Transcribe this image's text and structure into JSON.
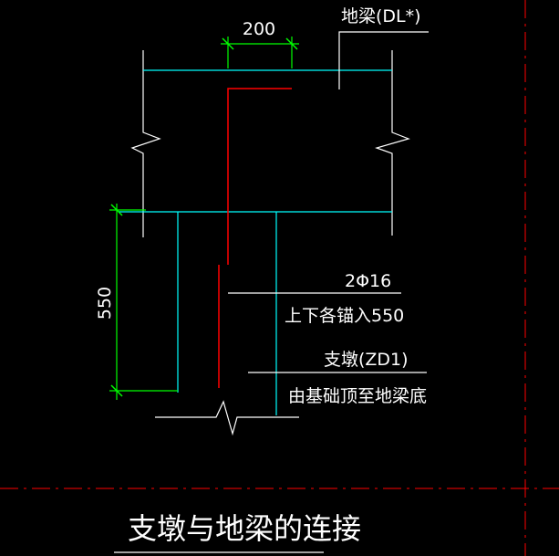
{
  "labels": {
    "dimension_top": "200",
    "dimension_left": "550",
    "ground_beam": "地梁(DL*)",
    "rebar_spec": "2Φ16",
    "rebar_note": "上下各锚入550",
    "pier_label": "支墩(ZD1)",
    "pier_note": "由基础顶至地梁底",
    "drawing_title": "支墩与地梁的连接"
  },
  "colors": {
    "background": "#000000",
    "beam_outline": "#ffffff",
    "beam_edge": "#00ffff",
    "rebar": "#ff0000",
    "dimension": "#00ff00",
    "centerline": "#ff0000",
    "text": "#ffffff"
  }
}
